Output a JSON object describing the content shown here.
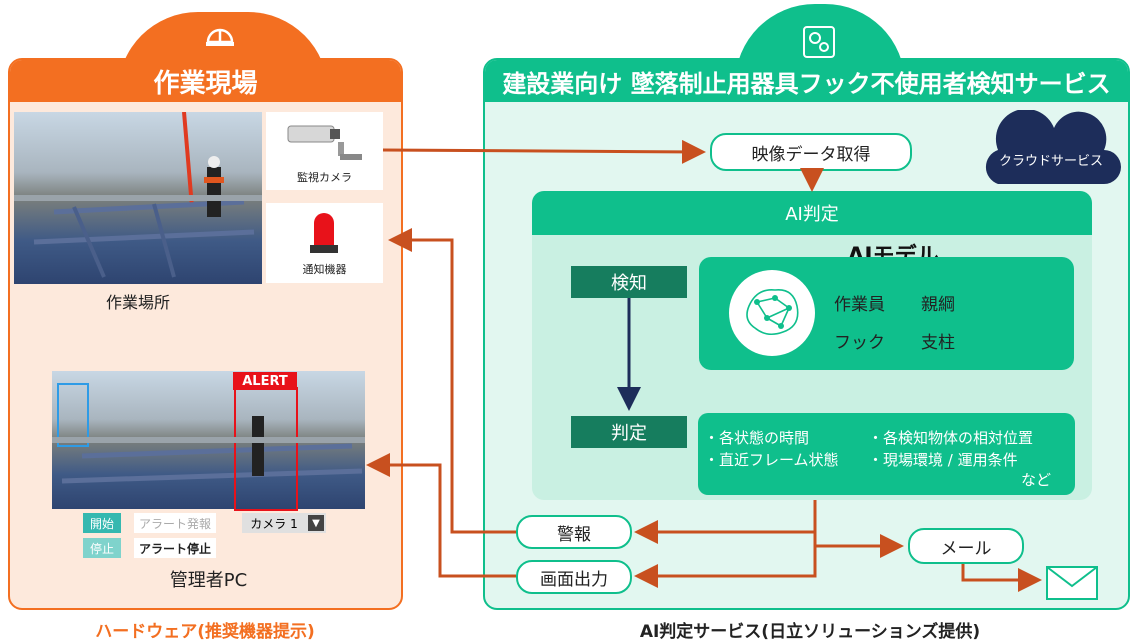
{
  "left": {
    "title": "作業現場",
    "worksite_caption": "作業場所",
    "camera_caption": "監視カメラ",
    "alarm_caption": "通知機器",
    "pc_caption": "管理者PC",
    "footer": "ハードウェア(推奨機器提示)",
    "alert_label": "ALERT",
    "pc_controls": {
      "start": "開始",
      "stop": "停止",
      "alert_issue": "アラート発報",
      "alert_stop": "アラート停止",
      "camera_select": "カメラ 1",
      "dropdown_glyph": "▼"
    }
  },
  "right": {
    "title": "建設業向け 墜落制止用器具フック不使用者検知サービス",
    "cloud_label": "クラウドサービス",
    "video_acquire": "映像データ取得",
    "ai_judgement": "AI判定",
    "ai_model_title": "AIモデル",
    "detect": "検知",
    "judge": "判定",
    "detect_objects": [
      "作業員",
      "親綱",
      "フック",
      "支柱"
    ],
    "judge_criteria": [
      "・各状態の時間",
      "・各検知物体の相対位置",
      "・直近フレーム状態",
      "・現場環境 / 運用条件",
      "など"
    ],
    "alarm_out": "警報",
    "screen_out": "画面出力",
    "mail_out": "メール",
    "footer": "AI判定サービス(日立ソリューションズ提供)"
  },
  "colors": {
    "orange": "#f36f21",
    "green": "#0fbf8c",
    "dark_green": "#167d5e",
    "arrow": "#c8501f",
    "navy": "#1d2d5a"
  }
}
